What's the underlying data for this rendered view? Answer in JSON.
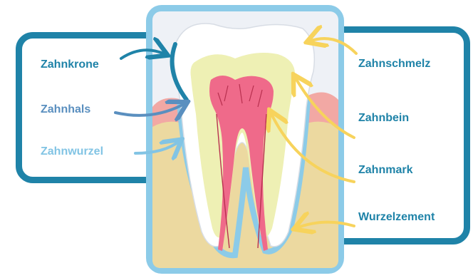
{
  "labels": {
    "left": [
      {
        "id": "krone",
        "text": "Zahnkrone"
      },
      {
        "id": "hals",
        "text": "Zahnhals"
      },
      {
        "id": "wurzel",
        "text": "Zahnwurzel"
      }
    ],
    "right": [
      {
        "id": "schmelz",
        "text": "Zahnschmelz"
      },
      {
        "id": "bein",
        "text": "Zahnbein"
      },
      {
        "id": "mark",
        "text": "Zahnmark"
      },
      {
        "id": "zement",
        "text": "Wurzelzement"
      }
    ]
  },
  "colors": {
    "frame_dark": "#1f83a8",
    "frame_light": "#8ccbe8",
    "bone": "#ecd9a0",
    "gum": "#f2a8a4",
    "enamel": "#ffffff",
    "dentin": "#eef0b4",
    "pulp": "#ef6a8a",
    "arrow_yellow": "#f7d35c",
    "arrow_blue": "#5a8fbf",
    "arrow_light": "#82c4e4"
  }
}
